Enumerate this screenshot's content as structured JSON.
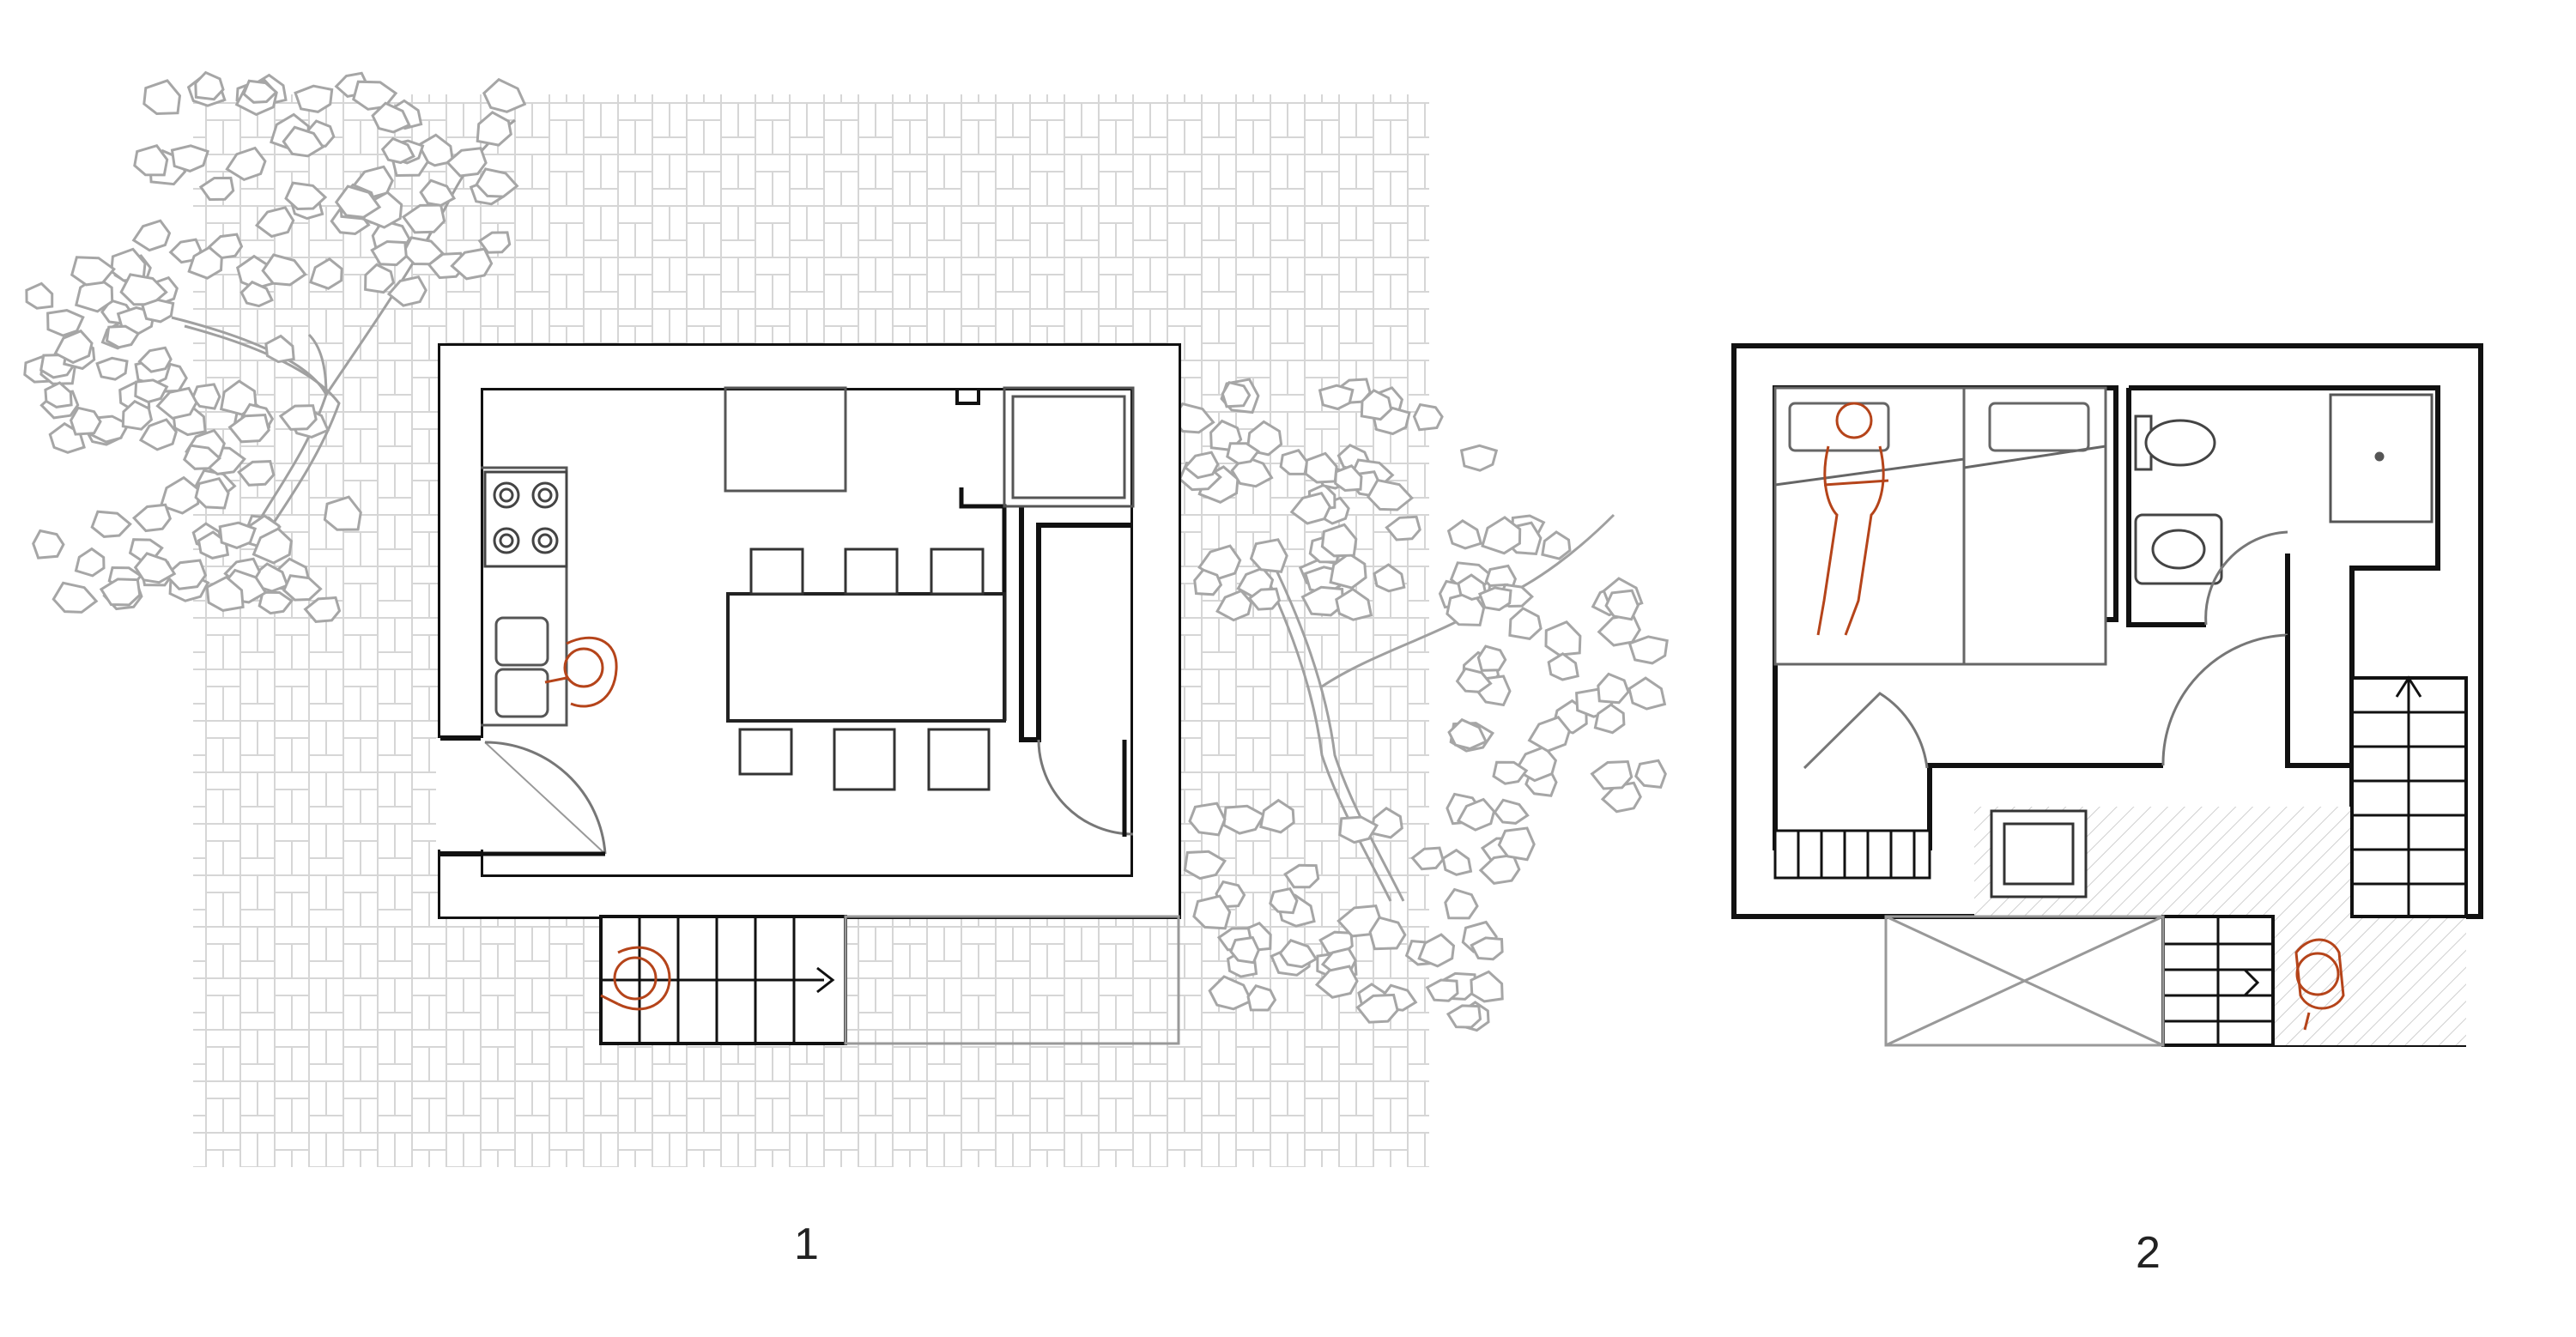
{
  "plans": [
    {
      "id": "plan-1",
      "label": "1"
    },
    {
      "id": "plan-2",
      "label": "2"
    }
  ],
  "colors": {
    "wall": "#111111",
    "furniture": "#555555",
    "paving": "#d4d4d4",
    "foliage": "#a8a8a8",
    "person": "#b5441a",
    "hatch": "#c8c8c8"
  }
}
